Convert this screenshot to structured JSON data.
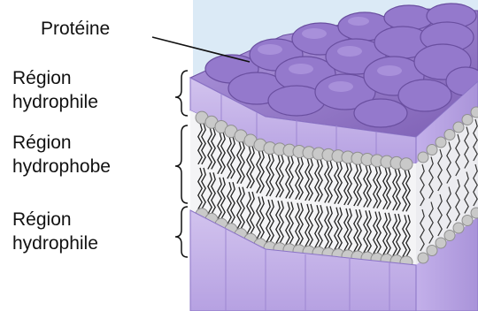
{
  "labels": {
    "protein": "Protéine",
    "top_region_line1": "Région",
    "top_region_line2": "hydrophile",
    "middle_region_line1": "Région",
    "middle_region_line2": "hydrophobe",
    "bottom_region_line1": "Région",
    "bottom_region_line2": "hydrophile"
  },
  "colors": {
    "background_panel": "#dbeaf6",
    "protein_dark": "#8a6cbe",
    "protein_mid": "#a58bd6",
    "protein_light": "#cbb8ea",
    "lipid_head": "#c9c9c9",
    "lipid_tail": "#222222"
  }
}
